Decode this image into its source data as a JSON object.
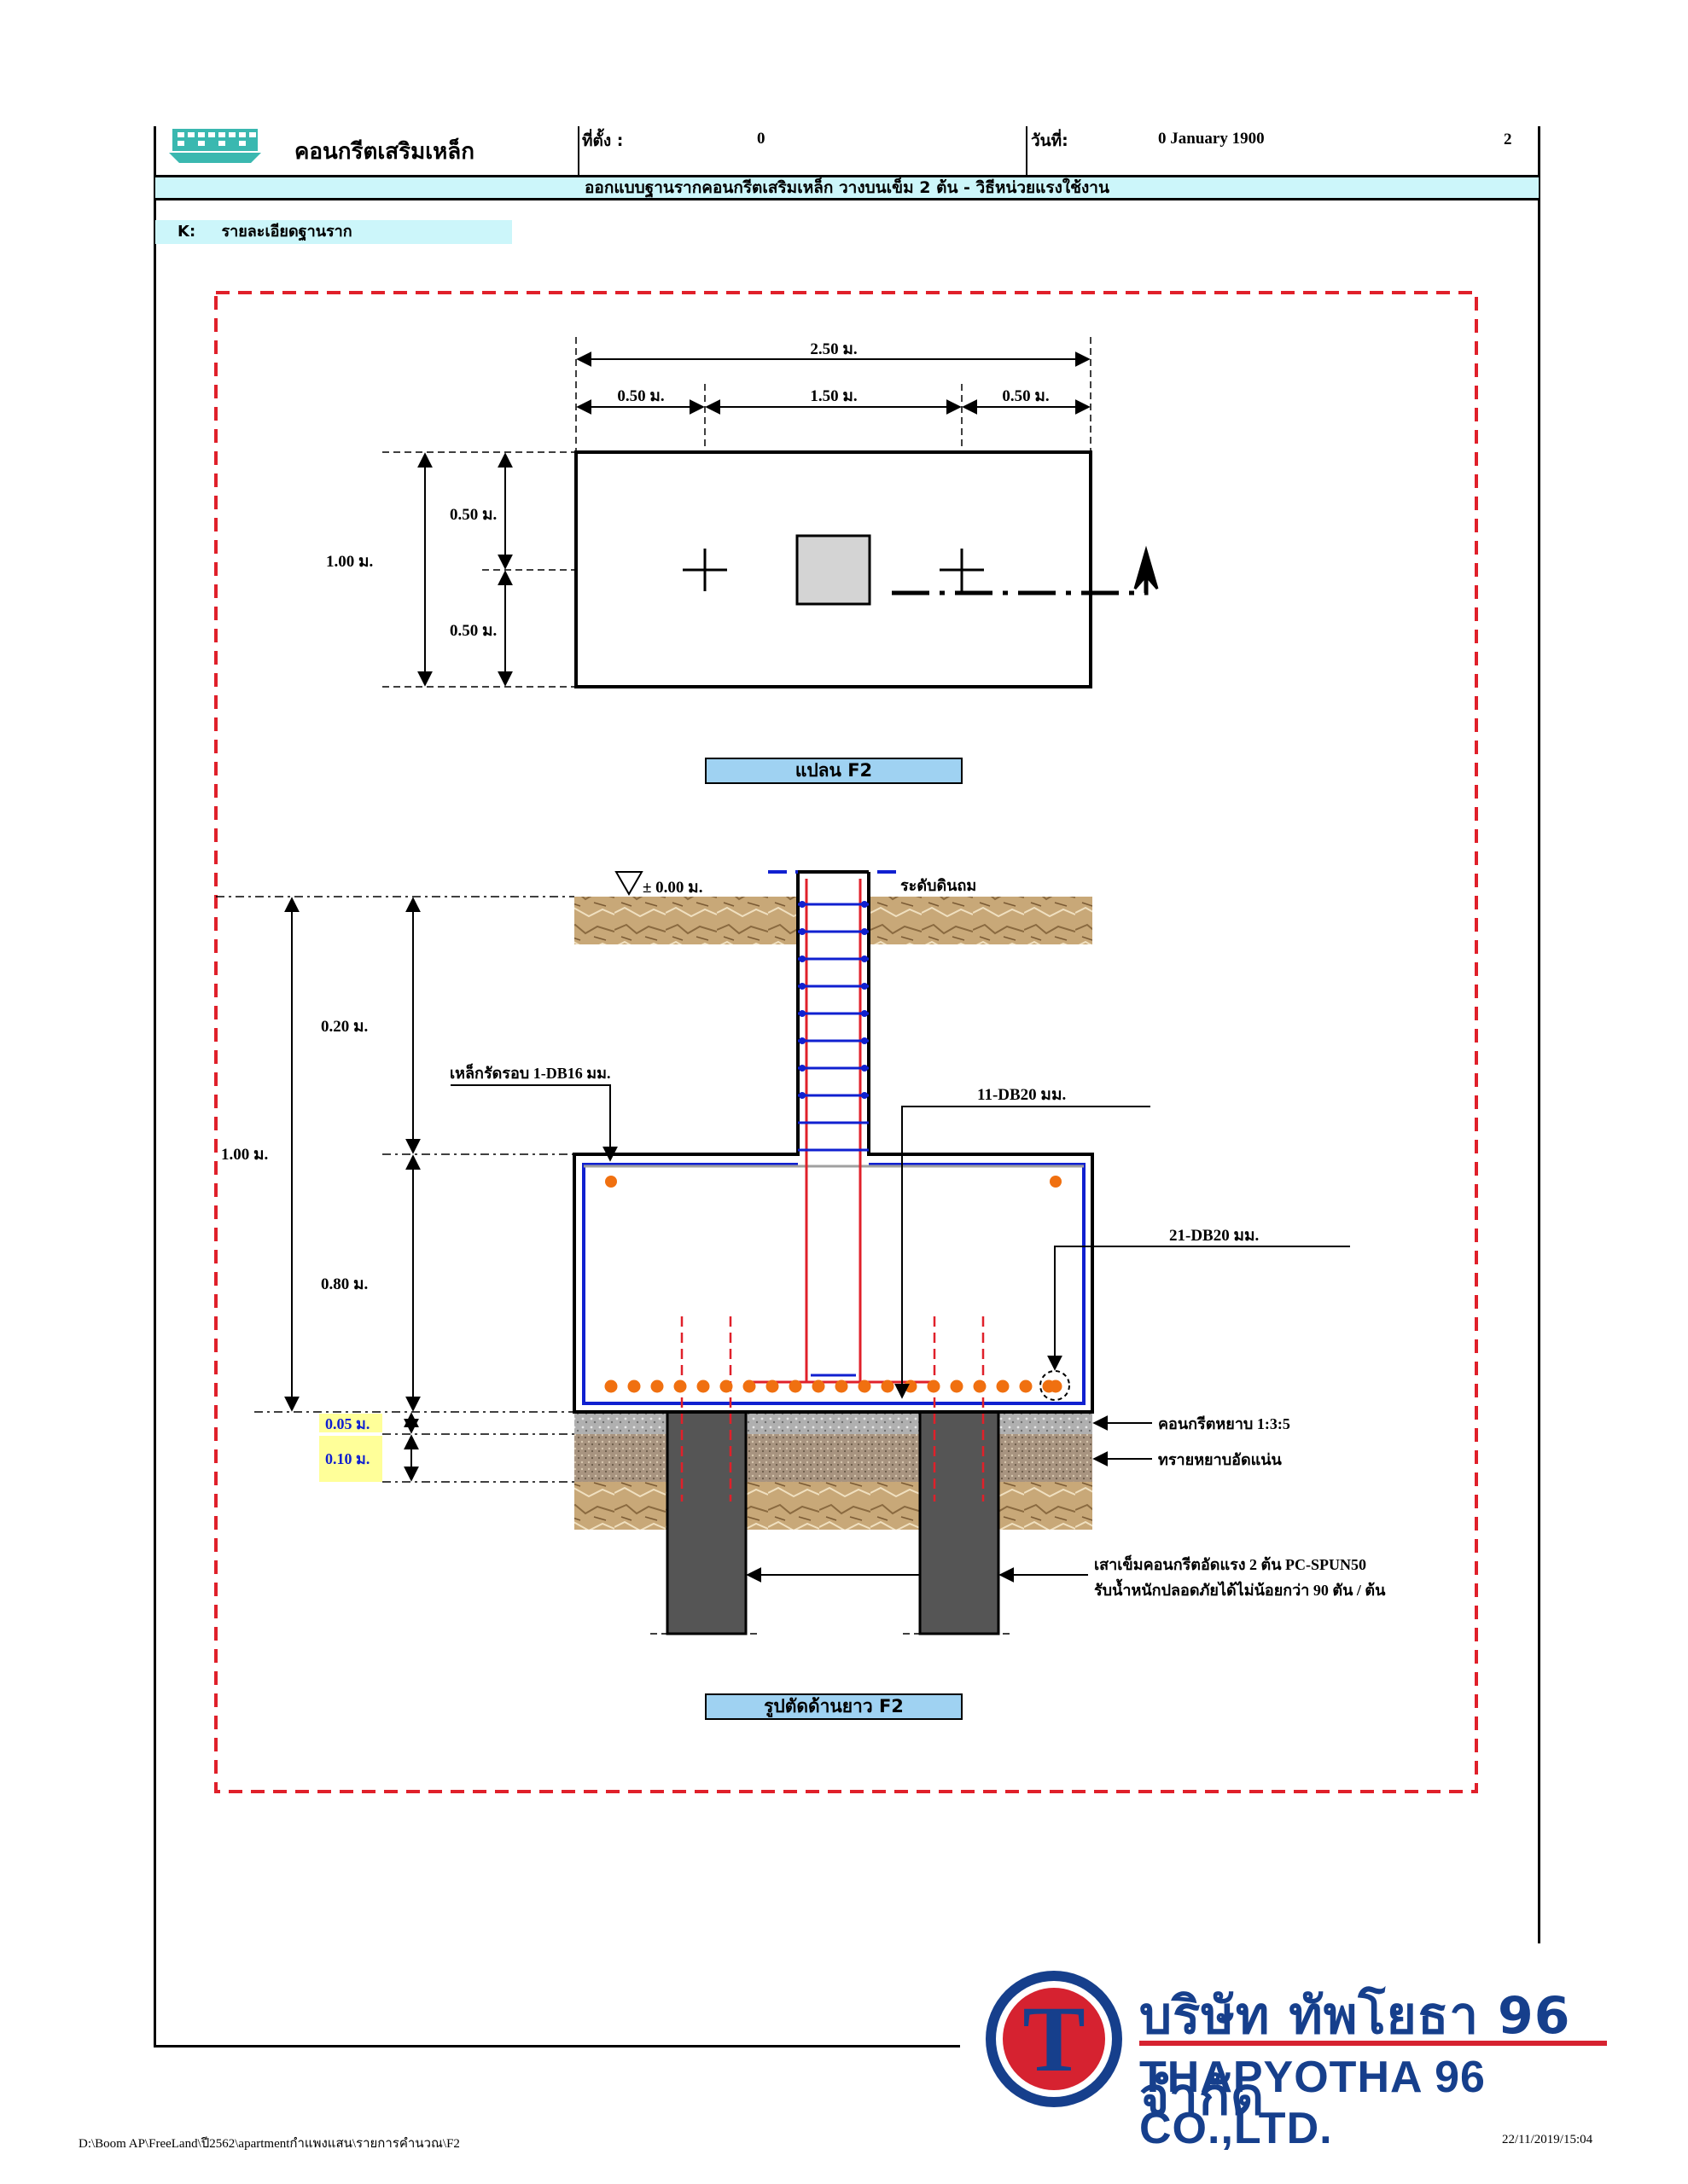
{
  "header": {
    "title": "คอนกรีตเสริมเหล็ก",
    "location_label": "ที่ตั้ง :",
    "location_value": "0",
    "date_label": "วันที่:",
    "date_value": "0 January 1900",
    "page_number": "2"
  },
  "banner": "ออกแบบฐานรากคอนกรีตเสริมเหล็ก วางบนเข็ม  2 ต้น - วิธีหน่วยแรงใช้งาน",
  "section": {
    "code": "K:",
    "label": "รายละเอียดฐานราก"
  },
  "plan": {
    "dim_total": "2.50 ม.",
    "dim_left": "0.50 ม.",
    "dim_mid": "1.50 ม.",
    "dim_right": "0.50 ม.",
    "dim_height_total": "1.00 ม.",
    "dim_height_top": "0.50 ม.",
    "dim_height_bottom": "0.50 ม.",
    "caption": "แปลน F2"
  },
  "section_view": {
    "ground_level": "± 0.00 ม.",
    "fill_level": "ระดับดินถม",
    "dim_total_depth": "1.00 ม.",
    "dim_column": "0.20 ม.",
    "dim_footing": "0.80 ม.",
    "dim_lean": "0.05 ม.",
    "dim_sand": "0.10 ม.",
    "stirrup_label": "เหล็กรัดรอบ 1-DB16 มม.",
    "top_bar_label": "11-DB20 มม.",
    "bottom_bar_label": "21-DB20 มม.",
    "lean_concrete_label": "คอนกรีตหยาบ 1:3:5",
    "sand_label": "ทรายหยาบอัดแน่น",
    "pile_label_1": "เสาเข็มคอนกรีตอัดแรง 2 ต้น PC-SPUN50",
    "pile_label_2": "รับน้ำหนักปลอดภัยได้ไม่น้อยกว่า 90 ตัน / ต้น",
    "caption": "รูปตัดด้านยาว F2"
  },
  "logo": {
    "name_th": "บริษัท ทัพโยธา 96 จำกัด",
    "name_en": "THAPYOTHA 96 CO.,LTD.",
    "mark": "T"
  },
  "footer": {
    "path": "D:\\Boom AP\\FreeLand\\ปี2562\\apartmentกำแพงแสน\\รายการคำนวณ\\F2",
    "timestamp": "22/11/2019/15:04"
  },
  "colors": {
    "border_red": "#e0202a",
    "rebar_blue": "#1020d0",
    "rebar_red": "#e0202a",
    "bar_orange": "#f07010",
    "pile_gray": "#555555",
    "logo_blue": "#163f8c",
    "logo_red": "#d62230"
  }
}
